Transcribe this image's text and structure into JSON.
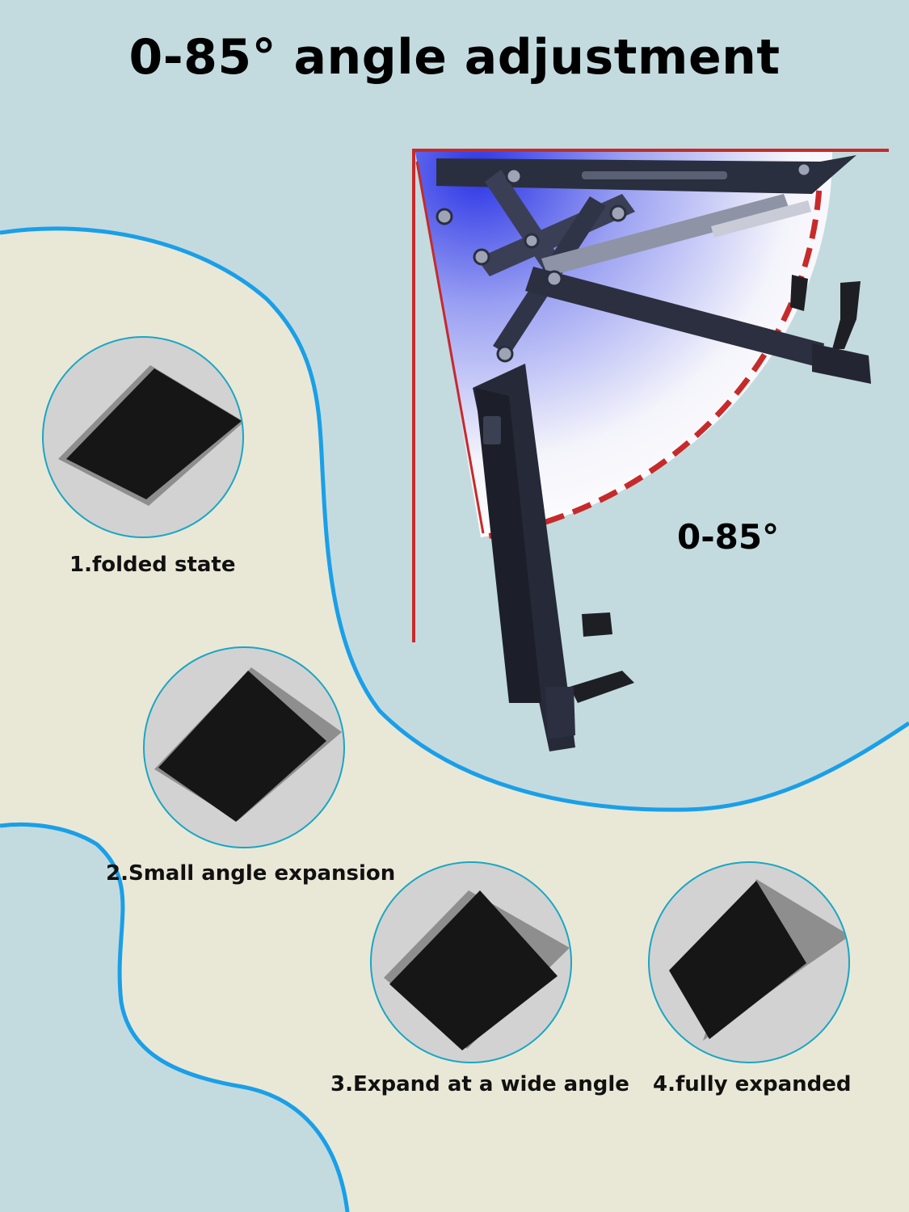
{
  "title": "0-85° angle adjustment",
  "angle_label": "0-85°",
  "states": [
    {
      "caption": "1.folded state"
    },
    {
      "caption": "2.Small angle expansion"
    },
    {
      "caption": "3.Expand at a wide angle"
    },
    {
      "caption": "4.fully expanded"
    }
  ],
  "colors": {
    "background_blue": "#c3dbdf",
    "background_cream": "#e9e8d6",
    "outline_blue": "#1a9fe8",
    "circle_border": "#1aa6c4",
    "angle_guide_red": "#c72a2a",
    "panel_black": "#161616",
    "panel_shadow_grey": "#8e8e8e"
  }
}
